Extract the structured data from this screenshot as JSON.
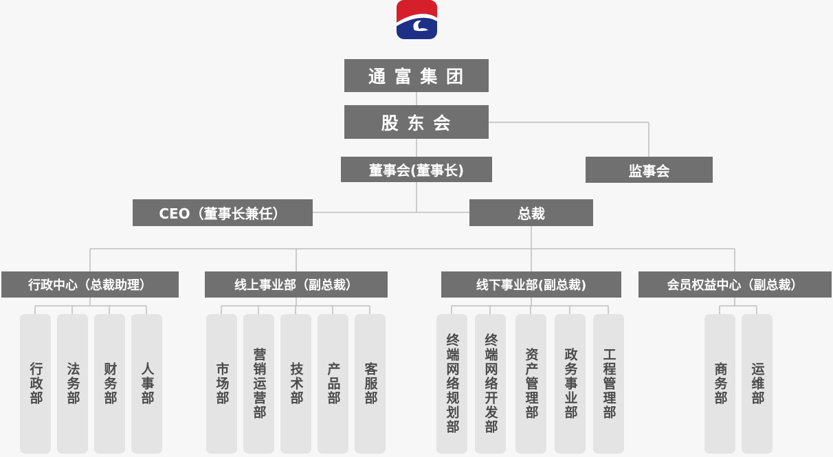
{
  "logo": {
    "icon": "tongfu-logo-icon",
    "colors": {
      "red": "#d5202b",
      "blue": "#1d2f86",
      "white": "#ffffff"
    }
  },
  "colors": {
    "box": "#707070",
    "box_text": "#ffffff",
    "dept": "#e4e4e4",
    "dept_text": "#4a4a4a",
    "line": "#bdbdbd",
    "background": "#f7f7f7"
  },
  "nodes": {
    "group": "通 富 集 团",
    "shareholders": "股 东 会",
    "board": "董事会(董事长)",
    "supervisors": "监事会",
    "ceo": "CEO（董事长兼任）",
    "president": "总裁"
  },
  "divisions": [
    {
      "label": "行政中心（总裁助理）",
      "departments": [
        "行政部",
        "法务部",
        "财务部",
        "人事部"
      ]
    },
    {
      "label": "线上事业部（副总裁）",
      "departments": [
        "市场部",
        "营销运营部",
        "技术部",
        "产品部",
        "客服部"
      ]
    },
    {
      "label": "线下事业部(副总裁)",
      "departments": [
        "终端网络规划部",
        "终端网络开发部",
        "资产管理部",
        "政务事业部",
        "工程管理部"
      ]
    },
    {
      "label": "会员权益中心（副总裁）",
      "departments": [
        "商务部",
        "运维部"
      ]
    }
  ]
}
